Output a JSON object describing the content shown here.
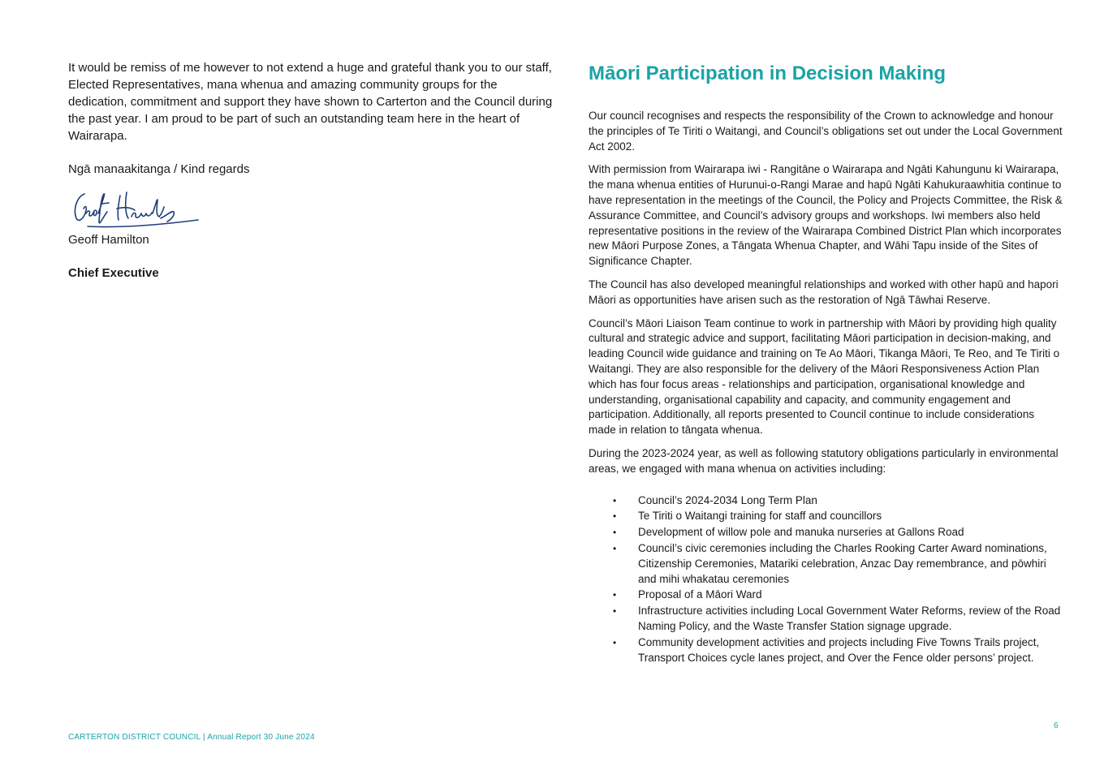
{
  "left": {
    "paragraphs": [
      "It would be remiss of me however to not extend a huge and grateful thank you to our staff, Elected Representatives, mana whenua and amazing community groups for the dedication, commitment and support they have shown to Carterton and the Council during the past year. I am proud to be part of such an outstanding team here in the heart of Wairarapa.",
      "Ngā manaakitanga / Kind regards"
    ],
    "signer_name": "Geoff Hamilton",
    "signer_title": "Chief Executive"
  },
  "right": {
    "heading": "Māori Participation in Decision Making",
    "paragraphs": [
      "Our council recognises and respects the responsibility of the Crown to acknowledge and honour the principles of Te Tiriti o Waitangi, and Council’s obligations set out under the Local Government Act 2002.",
      "With permission from Wairarapa iwi - Rangitāne o Wairarapa and Ngāti Kahungunu ki Wairarapa, the mana whenua entities of Hurunui-o-Rangi Marae and hapū Ngāti Kahukuraawhitia continue to have representation in the meetings of the Council, the Policy and Projects Committee, the Risk & Assurance Committee, and Council’s advisory groups and workshops. Iwi members also held representative positions in the review of the Wairarapa Combined District Plan which incorporates new Māori Purpose Zones, a Tāngata Whenua Chapter, and Wāhi Tapu inside of the Sites of Significance Chapter.",
      "The Council has also developed meaningful relationships and worked with other hapū and hapori Māori as opportunities have arisen such as the restoration of Ngā Tāwhai Reserve.",
      "Council’s Māori Liaison Team continue to work in partnership with Māori by providing high quality cultural and strategic advice and support, facilitating Māori participation in decision-making, and leading Council wide guidance and training on Te Ao Māori, Tikanga Māori, Te Reo, and Te Tiriti o Waitangi. They are also responsible for the delivery of the Māori Responsiveness Action Plan which has four focus areas - relationships and participation, organisational knowledge and understanding, organisational capability and capacity, and community engagement and participation.  Additionally, all reports presented to Council continue to include considerations made in relation to tāngata whenua.",
      "During the 2023-2024 year, as well as following statutory obligations particularly in environmental areas, we engaged with mana whenua on activities including:"
    ],
    "bullet_symbol": "•",
    "bullets": [
      "Council’s 2024-2034 Long Term Plan",
      "Te Tiriti o Waitangi training for staff and councillors",
      "Development of willow pole and manuka nurseries at Gallons Road",
      "Council’s civic ceremonies including the Charles Rooking Carter Award nominations, Citizenship Ceremonies, Matariki celebration, Anzac Day remembrance, and pōwhiri and mihi whakatau ceremonies",
      "Proposal of a Māori Ward",
      "Infrastructure activities including Local Government Water Reforms, review of the Road Naming Policy, and the Waste Transfer Station signage upgrade.",
      "Community development activities and projects including Five Towns Trails project, Transport Choices cycle lanes project, and Over the Fence older persons’ project."
    ]
  },
  "footer": {
    "left_text": "CARTERTON DISTRICT COUNCIL | Annual Report 30 June 2024",
    "page_number": "6"
  },
  "colors": {
    "accent": "#1aa3a6",
    "text": "#1a1a1a",
    "signature_ink": "#1f3f7a"
  }
}
